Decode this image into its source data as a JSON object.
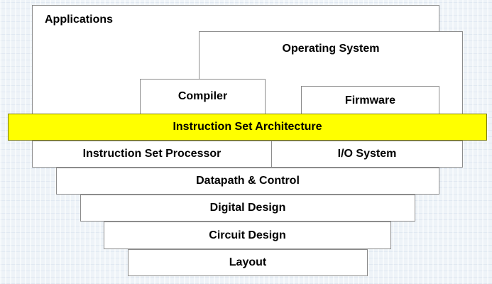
{
  "diagram": {
    "title": "",
    "colors": {
      "box_fill": "#ffffff",
      "box_border": "#8c8c8c",
      "highlight_fill": "#ffff00",
      "text": "#000000"
    },
    "layers": {
      "applications": "Applications",
      "operating_system": "Operating System",
      "compiler": "Compiler",
      "firmware": "Firmware",
      "instruction_set_architecture": "Instruction Set Architecture",
      "instruction_set_processor": "Instruction Set Processor",
      "io_system": "I/O System",
      "datapath_control": "Datapath & Control",
      "digital_design": "Digital Design",
      "circuit_design": "Circuit Design",
      "layout": "Layout"
    }
  }
}
